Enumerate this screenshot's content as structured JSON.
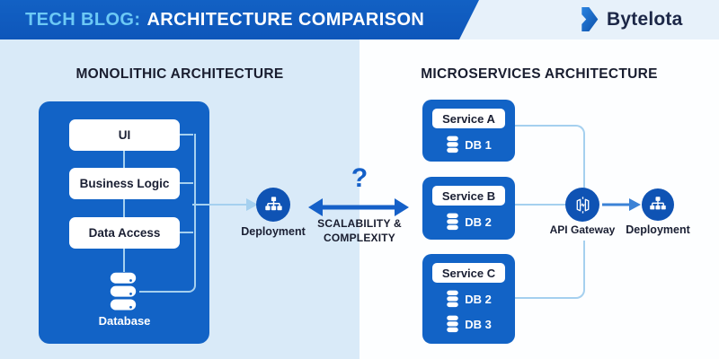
{
  "header": {
    "title_prefix": "TECH BLOG:",
    "title_main": "ARCHITECTURE COMPARISON",
    "brand": "Bytelota"
  },
  "left": {
    "heading": "MONOLITHIC ARCHITECTURE",
    "layers": [
      "UI",
      "Business Logic",
      "Data Access"
    ],
    "database_label": "Database",
    "deployment_label": "Deployment"
  },
  "middle": {
    "question_mark": "?",
    "caption_line1": "SCALABILITY &",
    "caption_line2": "COMPLEXITY"
  },
  "right": {
    "heading": "MICROSERVICES ARCHITECTURE",
    "services": [
      {
        "name": "Service A",
        "dbs": [
          "DB 1"
        ]
      },
      {
        "name": "Service B",
        "dbs": [
          "DB 2"
        ]
      },
      {
        "name": "Service C",
        "dbs": [
          "DB 2",
          "DB 3"
        ]
      }
    ],
    "api_gateway_label": "API Gateway",
    "deployment_label": "Deployment"
  },
  "icons": {
    "brand": "bytelota-logo-icon",
    "database": "database-cylinder-icon",
    "deployment": "sitemap-hierarchy-icon",
    "gateway": "api-gateway-icon"
  },
  "colors": {
    "header-blue": "#1261c4",
    "header-blue-dark": "#0e56ba",
    "accent-sky": "#6cc9f5",
    "header-right-bg": "#e7f1fa",
    "panel-left": "#d9eaf8",
    "panel-right": "#fdfeff",
    "box-blue": "#1263c6",
    "circle-blue": "#0f53b4",
    "line-light": "#a5d0ef",
    "mid-blue": "#1560c8",
    "arrow-mid-blue": "#3b82d6",
    "text-dark": "#191d2f",
    "brand-navy": "#1c2747"
  }
}
